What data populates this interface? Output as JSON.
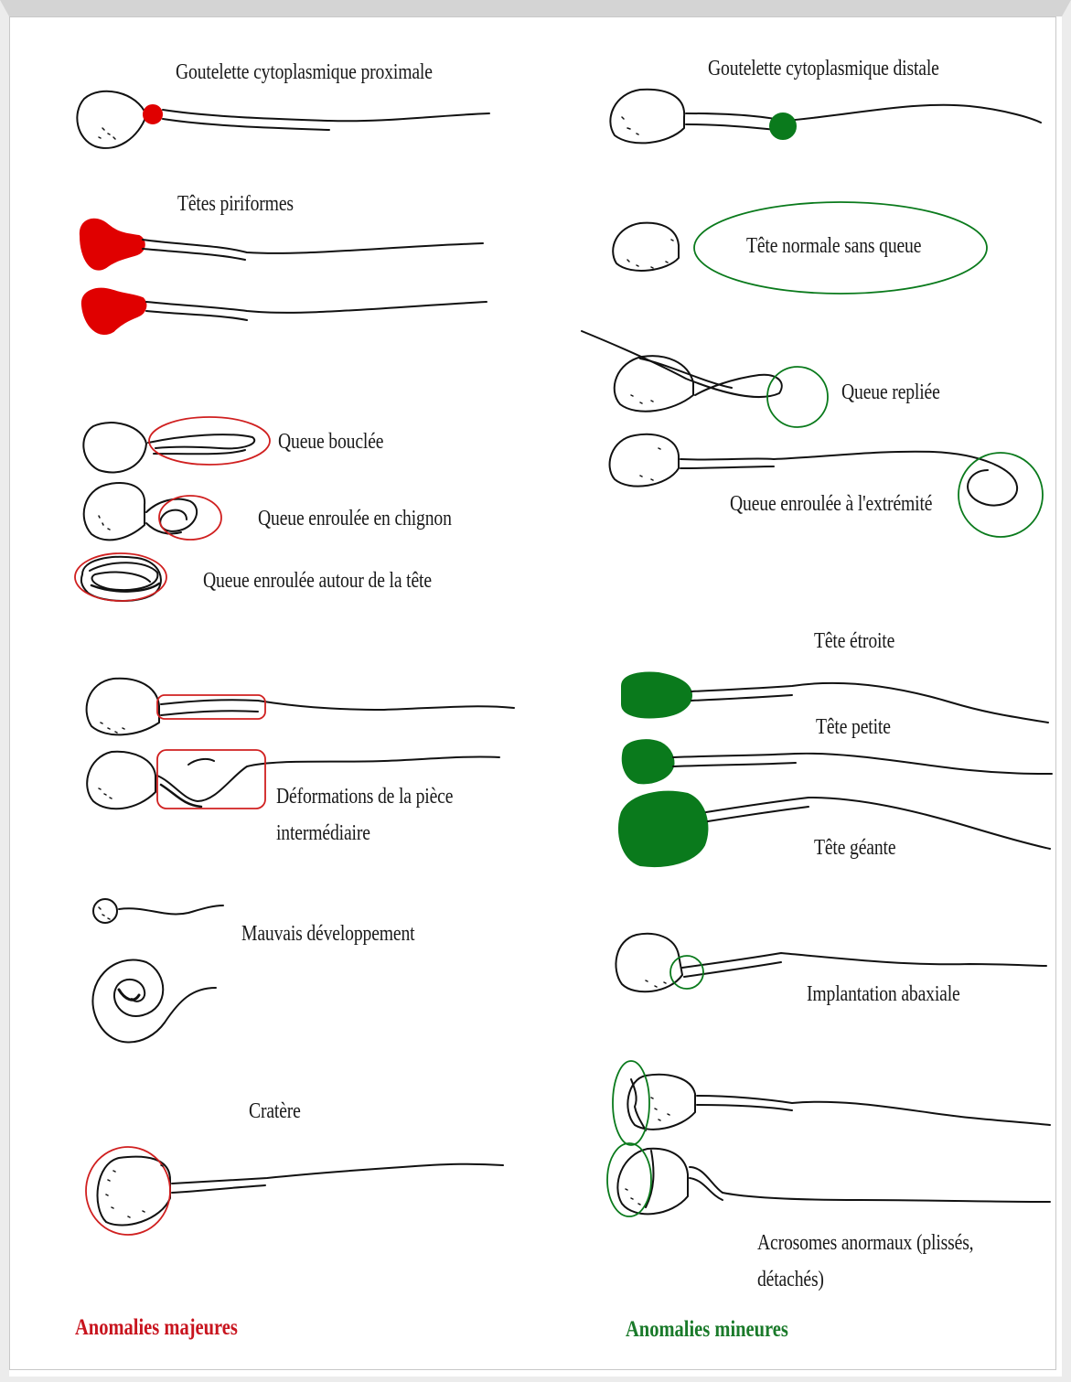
{
  "colors": {
    "major": "#e00000",
    "minor": "#0a7a1c",
    "major_legend": "#c8141e",
    "minor_legend": "#1a7a2a",
    "ink": "#111111"
  },
  "major": {
    "legend": "Anomalies majeures",
    "labels": {
      "proximal_droplet": "Goutelette cytoplasmique proximale",
      "pyriform": "Têtes piriformes",
      "looped_tail": "Queue bouclée",
      "bun_tail": "Queue enroulée en chignon",
      "tail_around_head": "Queue enroulée autour de la tête",
      "midpiece_line1": "Déformations de la pièce",
      "midpiece_line2": "intermédiaire",
      "bad_development": "Mauvais développement",
      "crater": "Cratère"
    }
  },
  "minor": {
    "legend": "Anomalies mineures",
    "labels": {
      "distal_droplet": "Goutelette cytoplasmique distale",
      "detached_head": "Tête normale sans queue",
      "folded_tail": "Queue repliée",
      "coiled_tip": "Queue enroulée à l'extrémité",
      "narrow_head": "Tête étroite",
      "small_head": "Tête petite",
      "giant_head": "Tête géante",
      "abaxial": "Implantation abaxiale",
      "acrosome_line1": "Acrosomes anormaux (plissés,",
      "acrosome_line2": "détachés)"
    }
  }
}
